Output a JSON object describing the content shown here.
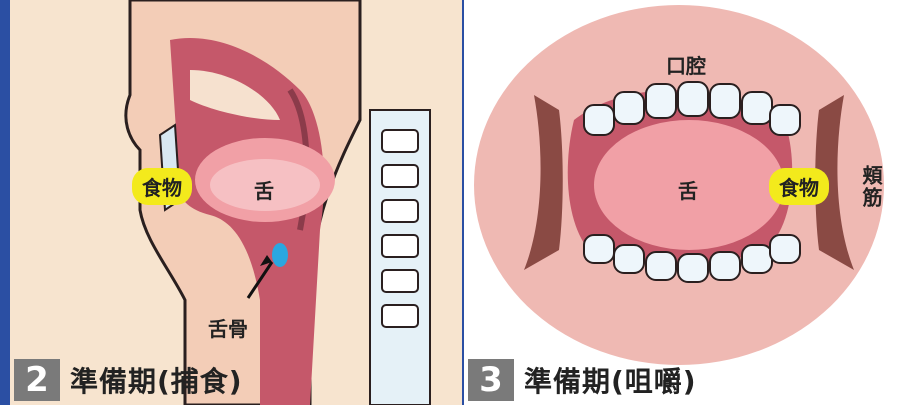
{
  "panels": [
    {
      "number": "2",
      "title": "準備期(捕食)",
      "labels": {
        "food": "食物",
        "tongue": "舌",
        "hyoid": "舌骨"
      }
    },
    {
      "number": "3",
      "title": "準備期(咀嚼)",
      "labels": {
        "oral_cavity": "口腔",
        "tongue": "舌",
        "food": "食物",
        "buccinator": "頬筋"
      }
    }
  ],
  "colors": {
    "border": "#2b4fa3",
    "food": "#f3ea1c",
    "tissue": "#c5586a",
    "tongue": "#f1a0a6",
    "bone": "#cfe6f2"
  }
}
